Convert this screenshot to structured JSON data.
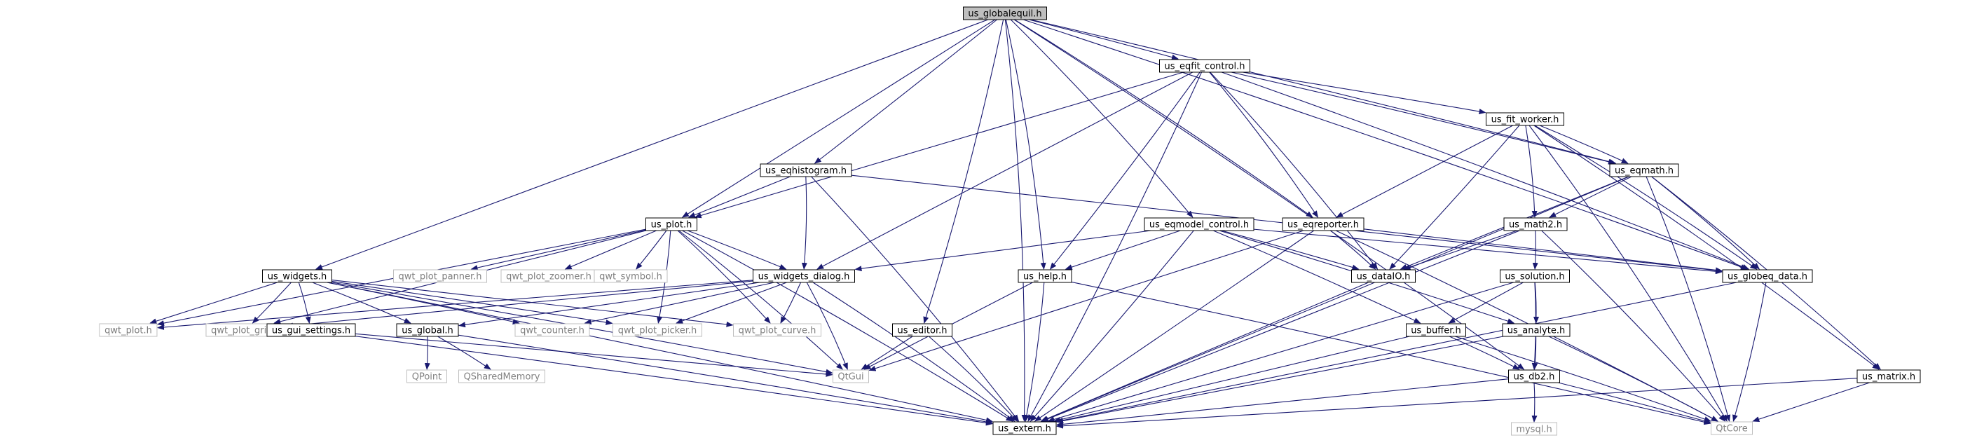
{
  "diagram": {
    "type": "include-dependency-graph",
    "colors": {
      "root_fill": "#bfbfbf",
      "node_fill": "#ffffff",
      "node_border": "#000000",
      "external_border": "#bfbfbf",
      "external_text": "#808080",
      "edge": "#191970"
    },
    "nodes": [
      {
        "id": "root",
        "label": "us_globalequil.h",
        "kind": "root"
      },
      {
        "id": "eqfit_control",
        "label": "us_eqfit_control.h",
        "kind": "project"
      },
      {
        "id": "eqhistogram",
        "label": "us_eqhistogram.h",
        "kind": "project"
      },
      {
        "id": "fit_worker",
        "label": "us_fit_worker.h",
        "kind": "project"
      },
      {
        "id": "eqmath",
        "label": "us_eqmath.h",
        "kind": "project"
      },
      {
        "id": "plot",
        "label": "us_plot.h",
        "kind": "project"
      },
      {
        "id": "eqmodel_control",
        "label": "us_eqmodel_control.h",
        "kind": "project"
      },
      {
        "id": "eqreporter",
        "label": "us_eqreporter.h",
        "kind": "project"
      },
      {
        "id": "math2",
        "label": "us_math2.h",
        "kind": "project"
      },
      {
        "id": "widgets",
        "label": "us_widgets.h",
        "kind": "project"
      },
      {
        "id": "qwt_plot_panner",
        "label": "qwt_plot_panner.h",
        "kind": "external"
      },
      {
        "id": "qwt_plot_zoomer",
        "label": "qwt_plot_zoomer.h",
        "kind": "external"
      },
      {
        "id": "qwt_symbol",
        "label": "qwt_symbol.h",
        "kind": "external"
      },
      {
        "id": "widgets_dialog",
        "label": "us_widgets_dialog.h",
        "kind": "project"
      },
      {
        "id": "help",
        "label": "us_help.h",
        "kind": "project"
      },
      {
        "id": "dataIO",
        "label": "us_dataIO.h",
        "kind": "project"
      },
      {
        "id": "solution",
        "label": "us_solution.h",
        "kind": "project"
      },
      {
        "id": "globeq_data",
        "label": "us_globeq_data.h",
        "kind": "project"
      },
      {
        "id": "qwt_plot",
        "label": "qwt_plot.h",
        "kind": "external"
      },
      {
        "id": "qwt_plot_grid",
        "label": "qwt_plot_grid.h",
        "kind": "external"
      },
      {
        "id": "qwt_counter",
        "label": "qwt_counter.h",
        "kind": "external"
      },
      {
        "id": "qwt_plot_picker",
        "label": "qwt_plot_picker.h",
        "kind": "external"
      },
      {
        "id": "qwt_plot_curve",
        "label": "qwt_plot_curve.h",
        "kind": "external"
      },
      {
        "id": "gui_settings",
        "label": "us_gui_settings.h",
        "kind": "project"
      },
      {
        "id": "global",
        "label": "us_global.h",
        "kind": "project"
      },
      {
        "id": "editor",
        "label": "us_editor.h",
        "kind": "project"
      },
      {
        "id": "buffer",
        "label": "us_buffer.h",
        "kind": "project"
      },
      {
        "id": "analyte",
        "label": "us_analyte.h",
        "kind": "project"
      },
      {
        "id": "qpoint",
        "label": "QPoint",
        "kind": "external"
      },
      {
        "id": "qsharedmemory",
        "label": "QSharedMemory",
        "kind": "external"
      },
      {
        "id": "qtgui",
        "label": "QtGui",
        "kind": "external"
      },
      {
        "id": "db2",
        "label": "us_db2.h",
        "kind": "project"
      },
      {
        "id": "matrix",
        "label": "us_matrix.h",
        "kind": "project"
      },
      {
        "id": "extern",
        "label": "us_extern.h",
        "kind": "project"
      },
      {
        "id": "mysql",
        "label": "mysql.h",
        "kind": "external"
      },
      {
        "id": "qtcore",
        "label": "QtCore",
        "kind": "external"
      }
    ]
  }
}
